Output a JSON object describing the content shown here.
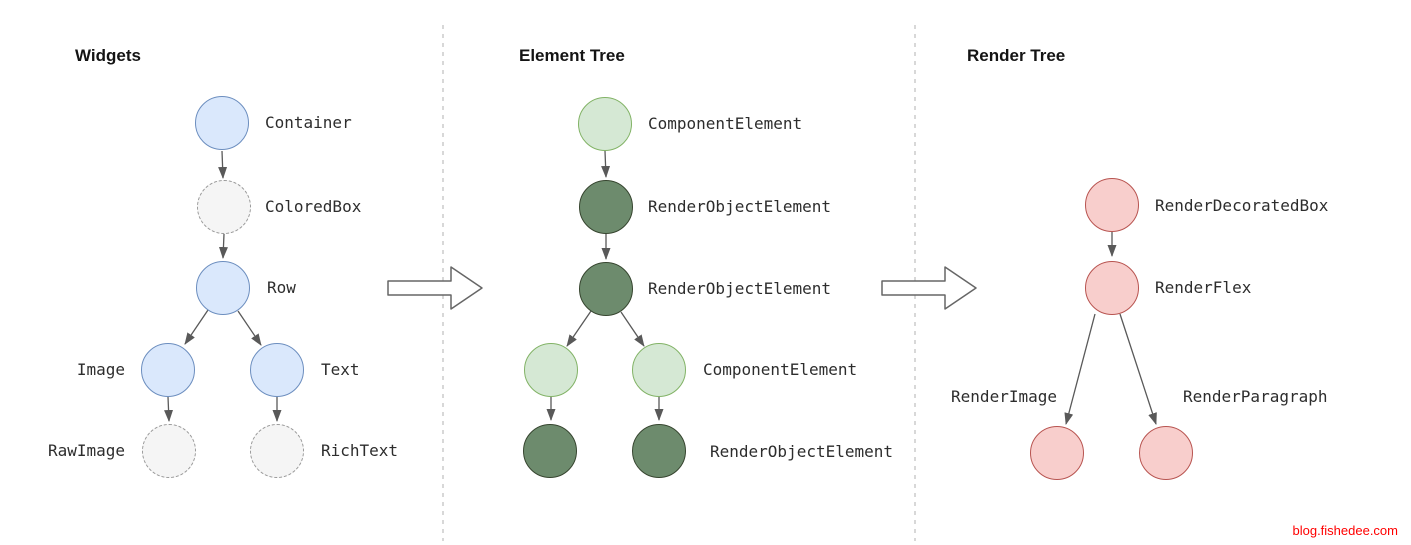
{
  "diagram": {
    "widgets": {
      "title": "Widgets",
      "nodes": {
        "container": "Container",
        "coloredbox": "ColoredBox",
        "row": "Row",
        "image": "Image",
        "text": "Text",
        "rawimage": "RawImage",
        "richtext": "RichText"
      }
    },
    "element_tree": {
      "title": "Element Tree",
      "nodes": {
        "component_element_root": "ComponentElement",
        "render_object_element_1": "RenderObjectElement",
        "render_object_element_2": "RenderObjectElement",
        "component_element_children": "ComponentElement",
        "render_object_element_leaves": "RenderObjectElement"
      }
    },
    "render_tree": {
      "title": "Render Tree",
      "nodes": {
        "render_decorated_box": "RenderDecoratedBox",
        "render_flex": "RenderFlex",
        "render_image": "RenderImage",
        "render_paragraph": "RenderParagraph"
      }
    }
  },
  "watermark": "blog.fishedee.com",
  "colors": {
    "widget_node_fill": "#dae8fc",
    "widget_node_border": "#6c8ebf",
    "inner_widget_node_fill": "#f5f5f5",
    "inner_widget_node_border": "#999999",
    "component_element_fill": "#d5e8d4",
    "component_element_border": "#82b366",
    "render_object_element_fill": "#6d8b6d",
    "render_object_element_border": "#36452f",
    "render_object_fill": "#f8cecc",
    "render_object_border": "#b85450",
    "edge_color": "#595959",
    "divider_color": "#bdbdbd",
    "watermark_color": "#ff0000"
  }
}
